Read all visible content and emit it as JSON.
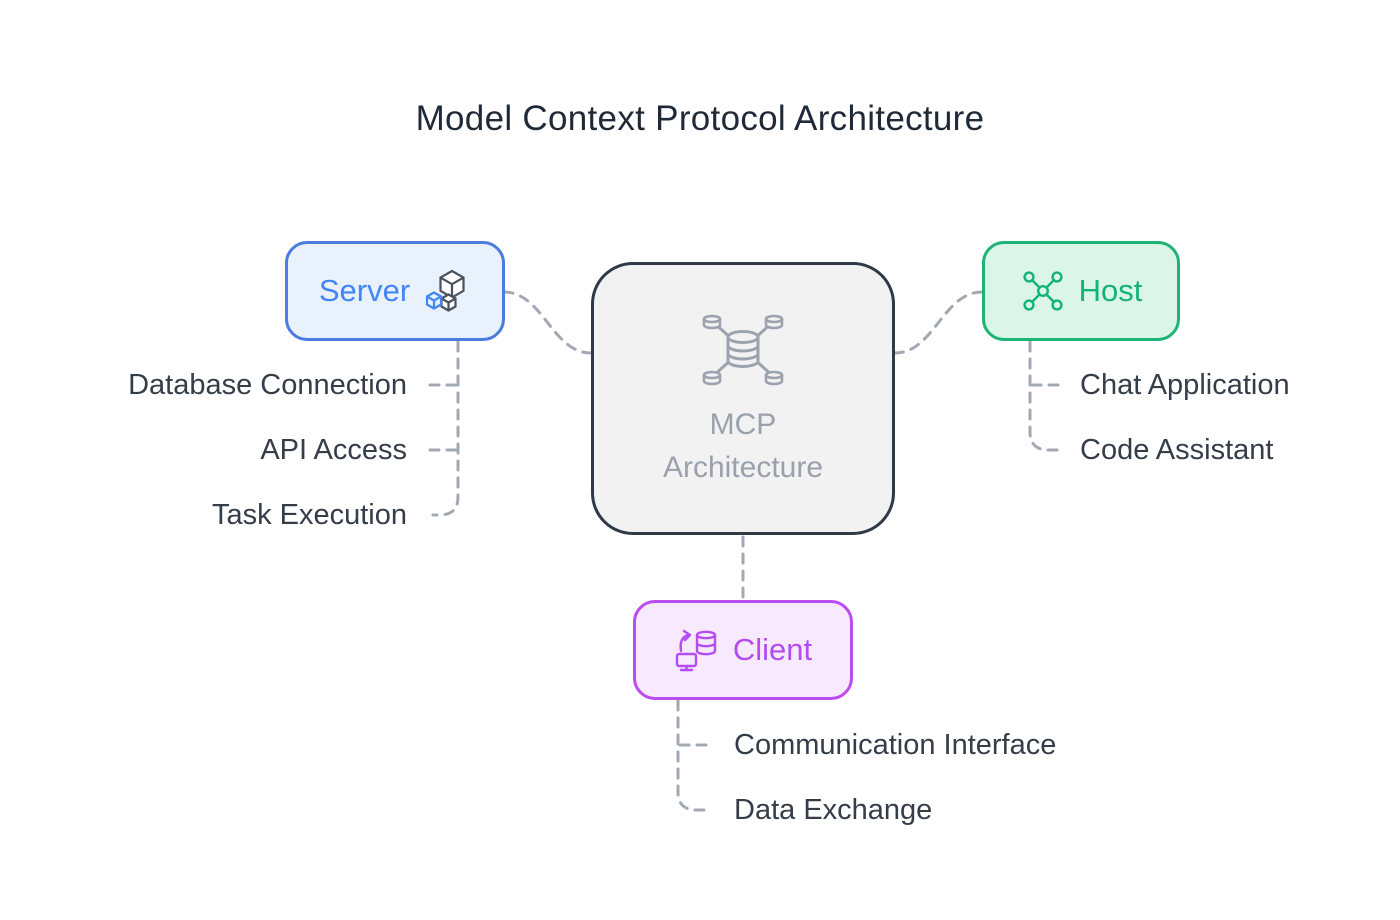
{
  "title": "Model Context Protocol Architecture",
  "center_node": {
    "line1": "MCP",
    "line2": "Architecture",
    "border_color": "#2f3a46",
    "fill_color": "#f2f2f3",
    "text_color": "#9aa1ab"
  },
  "nodes": {
    "server": {
      "label": "Server",
      "accent": "#4285f4",
      "border": "#4c7ce0",
      "fill": "#e9f1fd"
    },
    "host": {
      "label": "Host",
      "accent": "#13b377",
      "border": "#1db476",
      "fill": "#dbf6e9"
    },
    "client": {
      "label": "Client",
      "accent": "#b44cf0",
      "border": "#bb4cee",
      "fill": "#f7eafe"
    }
  },
  "server_items": [
    "Database Connection",
    "API Access",
    "Task Execution"
  ],
  "host_items": [
    "Chat Application",
    "Code Assistant"
  ],
  "client_items": [
    "Communication Interface",
    "Data Exchange"
  ],
  "connector_color": "#a3a9b3",
  "icons": {
    "server": "cubes-icon",
    "center": "database-network-icon",
    "host": "network-nodes-icon",
    "client": "database-monitor-icon"
  }
}
